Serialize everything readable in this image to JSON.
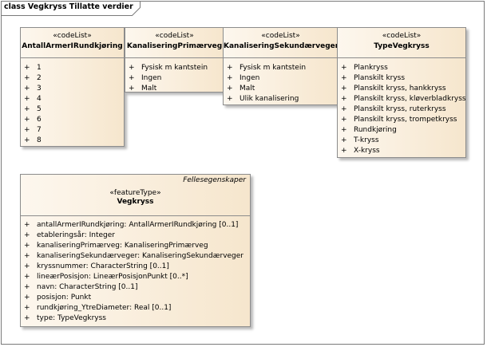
{
  "diagram": {
    "title": "class Vegkryss Tillatte verdier"
  },
  "classes": {
    "antall": {
      "stereotype": "«codeList»",
      "name": "AntallArmerIRundkjøring",
      "items": [
        "1",
        "2",
        "3",
        "4",
        "5",
        "6",
        "7",
        "8"
      ]
    },
    "primar": {
      "stereotype": "«codeList»",
      "name": "KanaliseringPrimærveg",
      "items": [
        "Fysisk m kantstein",
        "Ingen",
        "Malt"
      ]
    },
    "sekundar": {
      "stereotype": "«codeList»",
      "name": "KanaliseringSekundærveger",
      "items": [
        "Fysisk m kantstein",
        "Ingen",
        "Malt",
        "Ulik kanalisering"
      ]
    },
    "type": {
      "stereotype": "«codeList»",
      "name": "TypeVegkryss",
      "items": [
        "Plankryss",
        "Planskilt kryss",
        "Planskilt kryss, hankkryss",
        "Planskilt kryss, kløverbladkryss",
        "Planskilt kryss, ruterkryss",
        "Planskilt kryss, trompetkryss",
        "Rundkjøring",
        "T-kryss",
        "X-kryss"
      ]
    },
    "vegkryss": {
      "parent": "Fellesegenskaper",
      "stereotype": "«featureType»",
      "name": "Vegkryss",
      "items": [
        "antallArmerIRundkjøring: AntallArmerIRundkjøring [0..1]",
        "etableringsår: Integer",
        "kanaliseringPrimærveg: KanaliseringPrimærveg",
        "kanaliseringSekundærveger: KanaliseringSekundærveger",
        "kryssnummer: CharacterString [0..1]",
        "lineærPosisjon: LineærPosisjonPunkt [0..*]",
        "navn: CharacterString [0..1]",
        "posisjon: Punkt",
        "rundkjøring_YtreDiameter: Real [0..1]",
        "type: TypeVegkryss"
      ]
    }
  },
  "visibility_marker": "+"
}
